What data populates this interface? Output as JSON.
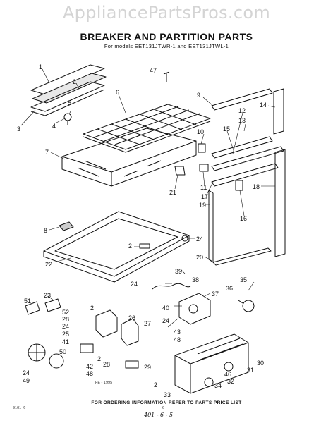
{
  "watermark": "AppliancePartsPros.com",
  "title": "BREAKER AND PARTITION PARTS",
  "subtitle": "For models EET131JTWR-1 and EET131JTWL-1",
  "footer": "FOR ORDERING INFORMATION REFER TO PARTS PRICE LIST",
  "left_code": "9101 f6",
  "center_code": "6",
  "stamp": "FE - 1995",
  "handwriting": "401 - 6 - 5",
  "callouts": [
    {
      "id": "c1",
      "label": "1"
    },
    {
      "id": "c2a",
      "label": "2"
    },
    {
      "id": "c3",
      "label": "3"
    },
    {
      "id": "c4",
      "label": "4"
    },
    {
      "id": "c5",
      "label": "5"
    },
    {
      "id": "c6",
      "label": "6"
    },
    {
      "id": "c7",
      "label": "7"
    },
    {
      "id": "c8",
      "label": "8"
    },
    {
      "id": "c9",
      "label": "9"
    },
    {
      "id": "c10",
      "label": "10"
    },
    {
      "id": "c11",
      "label": "11"
    },
    {
      "id": "c12",
      "label": "12"
    },
    {
      "id": "c13",
      "label": "13"
    },
    {
      "id": "c14",
      "label": "14"
    },
    {
      "id": "c15",
      "label": "15"
    },
    {
      "id": "c16",
      "label": "16"
    },
    {
      "id": "c17",
      "label": "17"
    },
    {
      "id": "c18",
      "label": "18"
    },
    {
      "id": "c19",
      "label": "19"
    },
    {
      "id": "c20",
      "label": "20"
    },
    {
      "id": "c21",
      "label": "21"
    },
    {
      "id": "c2b",
      "label": "2"
    },
    {
      "id": "c22",
      "label": "22"
    },
    {
      "id": "c23",
      "label": "23"
    },
    {
      "id": "c24a",
      "label": "24"
    },
    {
      "id": "c24b",
      "label": "24"
    },
    {
      "id": "c24c",
      "label": "24"
    },
    {
      "id": "c24d",
      "label": "24"
    },
    {
      "id": "c24e",
      "label": "24"
    },
    {
      "id": "c25",
      "label": "25"
    },
    {
      "id": "c26",
      "label": "26"
    },
    {
      "id": "c27",
      "label": "27"
    },
    {
      "id": "c28a",
      "label": "28"
    },
    {
      "id": "c28b",
      "label": "28"
    },
    {
      "id": "c29",
      "label": "29"
    },
    {
      "id": "c30",
      "label": "30"
    },
    {
      "id": "c31",
      "label": "31"
    },
    {
      "id": "c32",
      "label": "32"
    },
    {
      "id": "c33",
      "label": "33"
    },
    {
      "id": "c34",
      "label": "34"
    },
    {
      "id": "c35",
      "label": "35"
    },
    {
      "id": "c36",
      "label": "36"
    },
    {
      "id": "c37",
      "label": "37"
    },
    {
      "id": "c38",
      "label": "38"
    },
    {
      "id": "c39",
      "label": "39"
    },
    {
      "id": "c40",
      "label": "40"
    },
    {
      "id": "c41",
      "label": "41"
    },
    {
      "id": "c42",
      "label": "42"
    },
    {
      "id": "c43",
      "label": "43"
    },
    {
      "id": "c46",
      "label": "46"
    },
    {
      "id": "c47",
      "label": "47"
    },
    {
      "id": "c48a",
      "label": "48"
    },
    {
      "id": "c48b",
      "label": "48"
    },
    {
      "id": "c49",
      "label": "49"
    },
    {
      "id": "c50",
      "label": "50"
    },
    {
      "id": "c51",
      "label": "51"
    },
    {
      "id": "c52",
      "label": "52"
    },
    {
      "id": "c2c",
      "label": "2"
    },
    {
      "id": "c2d",
      "label": "2"
    },
    {
      "id": "c2e",
      "label": "2"
    }
  ]
}
